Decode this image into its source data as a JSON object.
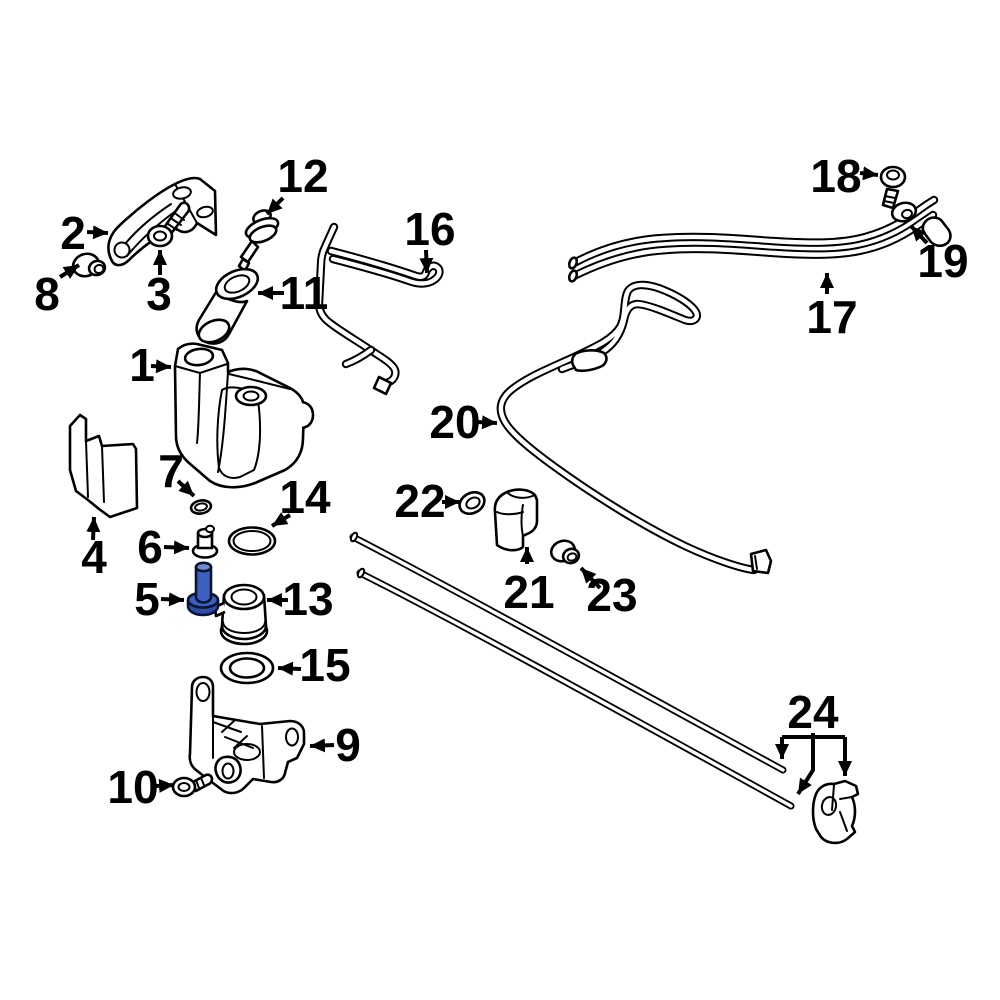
{
  "page": {
    "background_color": "#ffffff"
  },
  "diagram": {
    "kind": "exploded-parts-diagram",
    "line_color": "#000000",
    "highlight": {
      "part_number": "5",
      "fill": "#3d5fc2",
      "fill_light": "#7189cd",
      "fill_dark": "#2d4da8",
      "outline": "#0c1433"
    },
    "parts": [
      {
        "number": "1",
        "shape": "washer-reservoir-tank"
      },
      {
        "number": "2",
        "shape": "upper-mounting-bracket"
      },
      {
        "number": "3",
        "shape": "pan-head-screw"
      },
      {
        "number": "4",
        "shape": "splash-shield"
      },
      {
        "number": "5",
        "shape": "shouldered-bolt-highlighted"
      },
      {
        "number": "6",
        "shape": "small-grommet"
      },
      {
        "number": "7",
        "shape": "small-o-ring"
      },
      {
        "number": "8",
        "shape": "hole-plug"
      },
      {
        "number": "9",
        "shape": "lower-mounting-bracket"
      },
      {
        "number": "10",
        "shape": "pan-head-screw"
      },
      {
        "number": "11",
        "shape": "reservoir-cap"
      },
      {
        "number": "12",
        "shape": "check-valve"
      },
      {
        "number": "13",
        "shape": "filler-neck-grommet"
      },
      {
        "number": "14",
        "shape": "seal-ring"
      },
      {
        "number": "15",
        "shape": "large-o-ring"
      },
      {
        "number": "16",
        "shape": "bent-hose"
      },
      {
        "number": "17",
        "shape": "twin-tube-assembly"
      },
      {
        "number": "18",
        "shape": "screw"
      },
      {
        "number": "19",
        "shape": "grommet"
      },
      {
        "number": "20",
        "shape": "long-washer-hose"
      },
      {
        "number": "21",
        "shape": "retainer-clip"
      },
      {
        "number": "22",
        "shape": "small-o-ring"
      },
      {
        "number": "23",
        "shape": "grommet"
      },
      {
        "number": "24",
        "shape": "washer-jet-tubes-and-bracket"
      }
    ]
  }
}
